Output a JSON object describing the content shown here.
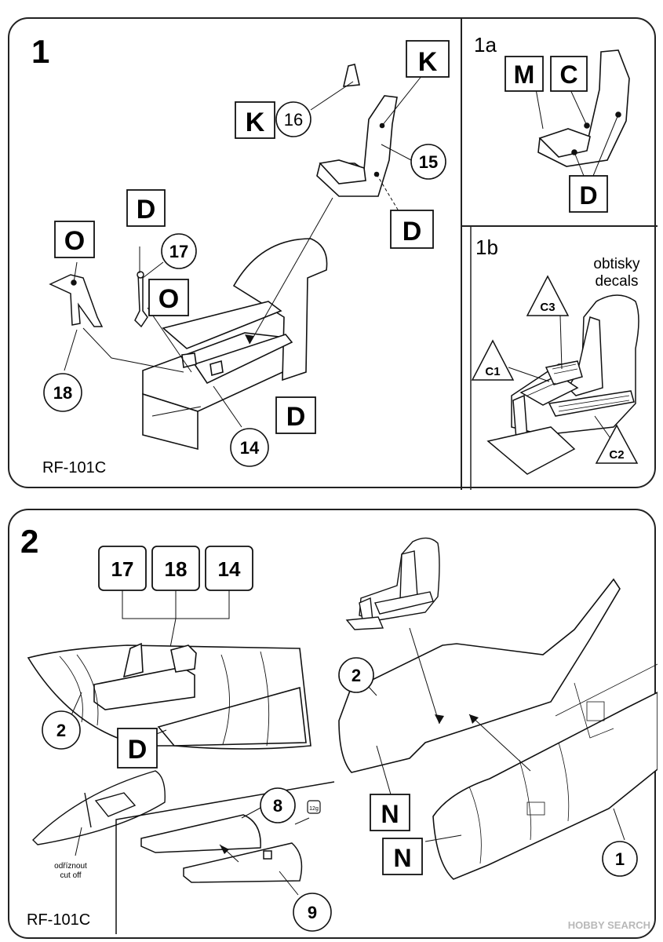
{
  "step1": {
    "number": "1",
    "sub_a": "1a",
    "sub_b": "1b",
    "model": "RF-101C",
    "callouts": {
      "k_top": "K",
      "k_left": "K",
      "d_seat": "D",
      "d_tub": "D",
      "d_stick": "D",
      "o_left": "O",
      "o_stick": "O",
      "m_1a": "M",
      "c_1a": "C",
      "d_1a": "D"
    },
    "circles": {
      "c16": "16",
      "c15": "15",
      "c17": "17",
      "c18": "18",
      "c14": "14"
    },
    "decal_note_line1": "obtisky",
    "decal_note_line2": "decals",
    "decal_tags": {
      "c1": "C1",
      "c2": "C2",
      "c3": "C3"
    }
  },
  "step2": {
    "number": "2",
    "model": "RF-101C",
    "boxes": {
      "b17": "17",
      "b18": "18",
      "b14": "14"
    },
    "callouts": {
      "d": "D",
      "n_upper": "N",
      "n_lower": "N"
    },
    "circles": {
      "c2_left": "2",
      "c2_right": "2",
      "c8": "8",
      "c9": "9",
      "c1": "1"
    },
    "cut_note_line1": "odříznout",
    "cut_note_line2": "cut off",
    "glue_tag": "12g"
  },
  "watermark": "HOBBY SEARCH",
  "colors": {
    "ink": "#111111",
    "panel_border": "#222222",
    "watermark": "#c8c8c8"
  }
}
